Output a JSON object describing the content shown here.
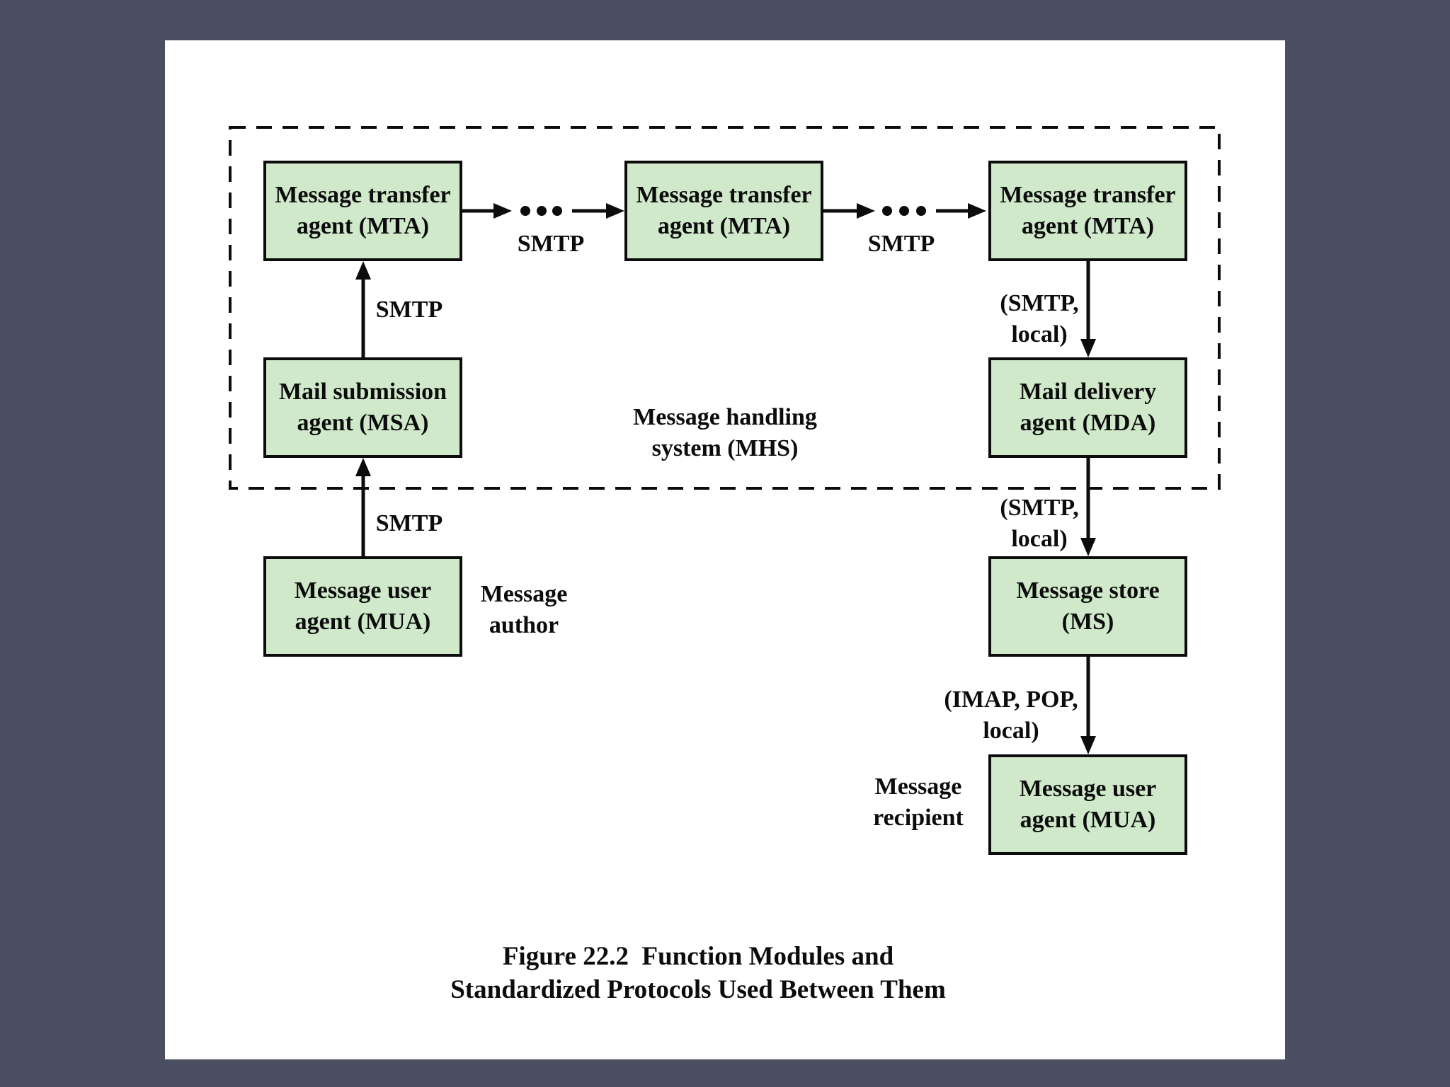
{
  "theme": {
    "background": "#4a5061",
    "page": "#ffffff",
    "box_fill": "#cfe9ca",
    "line_color": "#0c0c0c",
    "text_color": "#0c0c0c"
  },
  "diagram": {
    "boxes": {
      "mta1": "Message transfer\nagent (MTA)",
      "mta2": "Message transfer\nagent (MTA)",
      "mta3": "Message transfer\nagent (MTA)",
      "msa": "Mail submission\nagent (MSA)",
      "mda": "Mail delivery\nagent (MDA)",
      "mua_author": "Message user\nagent (MUA)",
      "ms": "Message store\n(MS)",
      "mua_recipient": "Message user\nagent (MUA)"
    },
    "labels": {
      "smtp_relay_1": "SMTP",
      "smtp_relay_2": "SMTP",
      "smtp_submit_upper": "SMTP",
      "smtp_submit_lower": "SMTP",
      "smtp_local_upper": "(SMTP,\nlocal)",
      "smtp_local_lower": "(SMTP,\nlocal)",
      "imap_pop_local": "(IMAP, POP,\nlocal)",
      "mhs": "Message handling\nsystem (MHS)",
      "author": "Message\nauthor",
      "recipient": "Message\nrecipient"
    },
    "caption": "Figure 22.2  Function Modules and\nStandardized Protocols Used Between Them"
  }
}
